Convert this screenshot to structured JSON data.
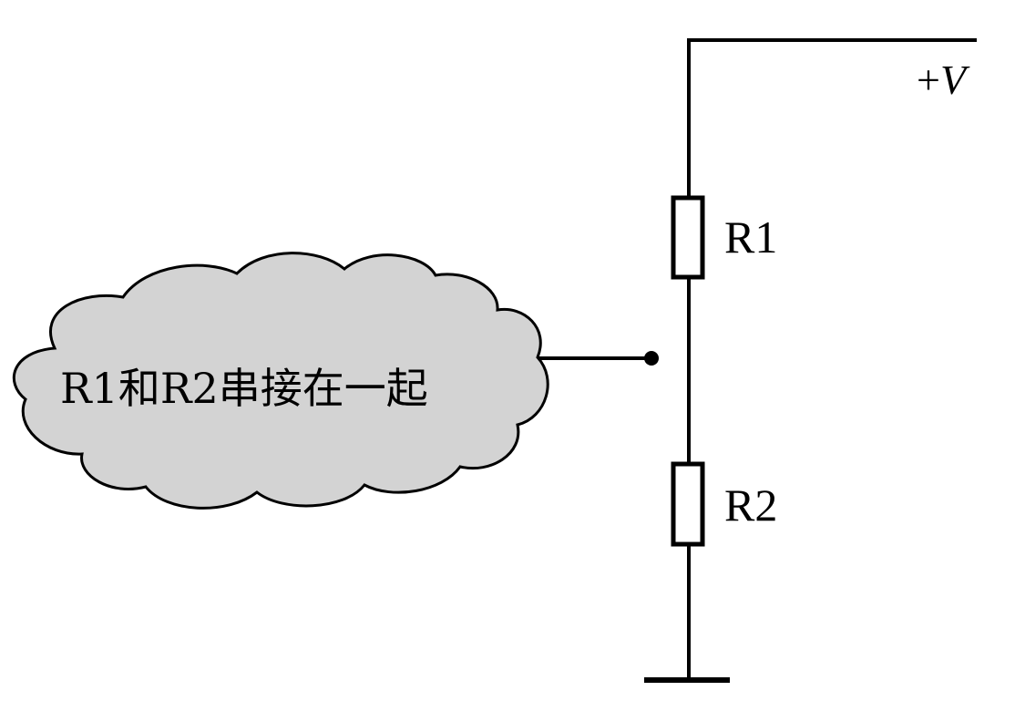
{
  "supply": {
    "label_sign": "+",
    "label_var": "V"
  },
  "resistors": [
    {
      "label": "R1"
    },
    {
      "label": "R2"
    }
  ],
  "callout": {
    "text": "R1和R2串接在一起"
  },
  "colors": {
    "cloud_fill": "#d3d3d3",
    "line": "#000000",
    "background": "#ffffff"
  }
}
